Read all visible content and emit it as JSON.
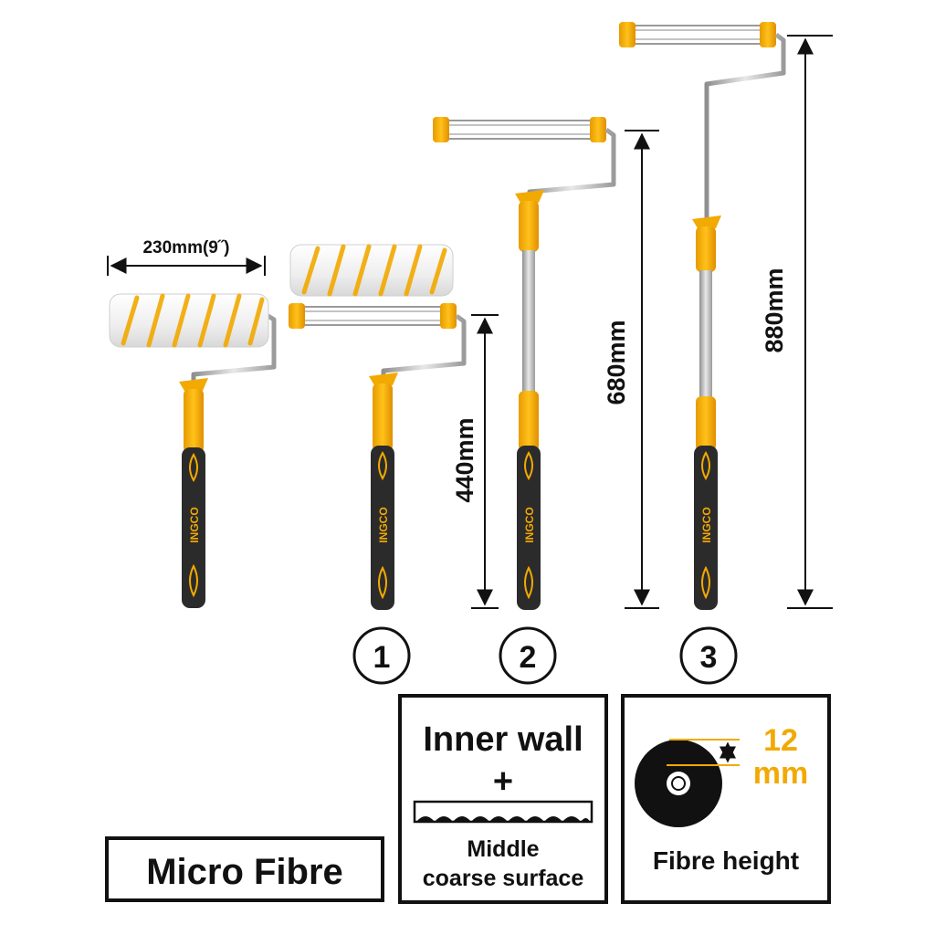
{
  "dimensions": {
    "width_label": "230mm(9˝)",
    "h1": "440mm",
    "h2": "680mm",
    "h3": "880mm"
  },
  "brand": "INGCO",
  "variants": [
    "1",
    "2",
    "3"
  ],
  "boxes": {
    "material": "Micro Fibre",
    "surface_title": "Inner wall",
    "surface_plus": "+",
    "surface_line1": "Middle",
    "surface_line2": "coarse surface",
    "fibre_value": "12",
    "fibre_unit": "mm",
    "fibre_caption": "Fibre height"
  },
  "colors": {
    "accent": "#f2a900",
    "handle_dark": "#2b2b2b",
    "roller_white": "#f2f2f2",
    "steel": "#b8b8b8",
    "line": "#111111"
  }
}
